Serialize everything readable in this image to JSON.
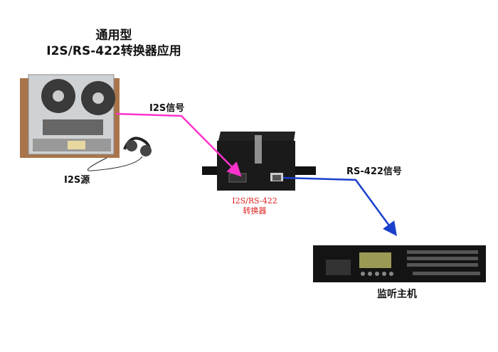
{
  "title": {
    "line1": "通用型",
    "line2": "I2S/RS-422转换器应用"
  },
  "labels": {
    "i2s_signal": "I2S信号",
    "i2s_source": "I2S源",
    "rs422_signal": "RS-422信号",
    "converter_line1": "I2S/RS-422",
    "converter_line2": "转换器",
    "monitor_host": "监听主机"
  },
  "colors": {
    "i2s_line": "#ff33cc",
    "rs422_line": "#1a3fcc",
    "converter_label": "#e02020"
  }
}
